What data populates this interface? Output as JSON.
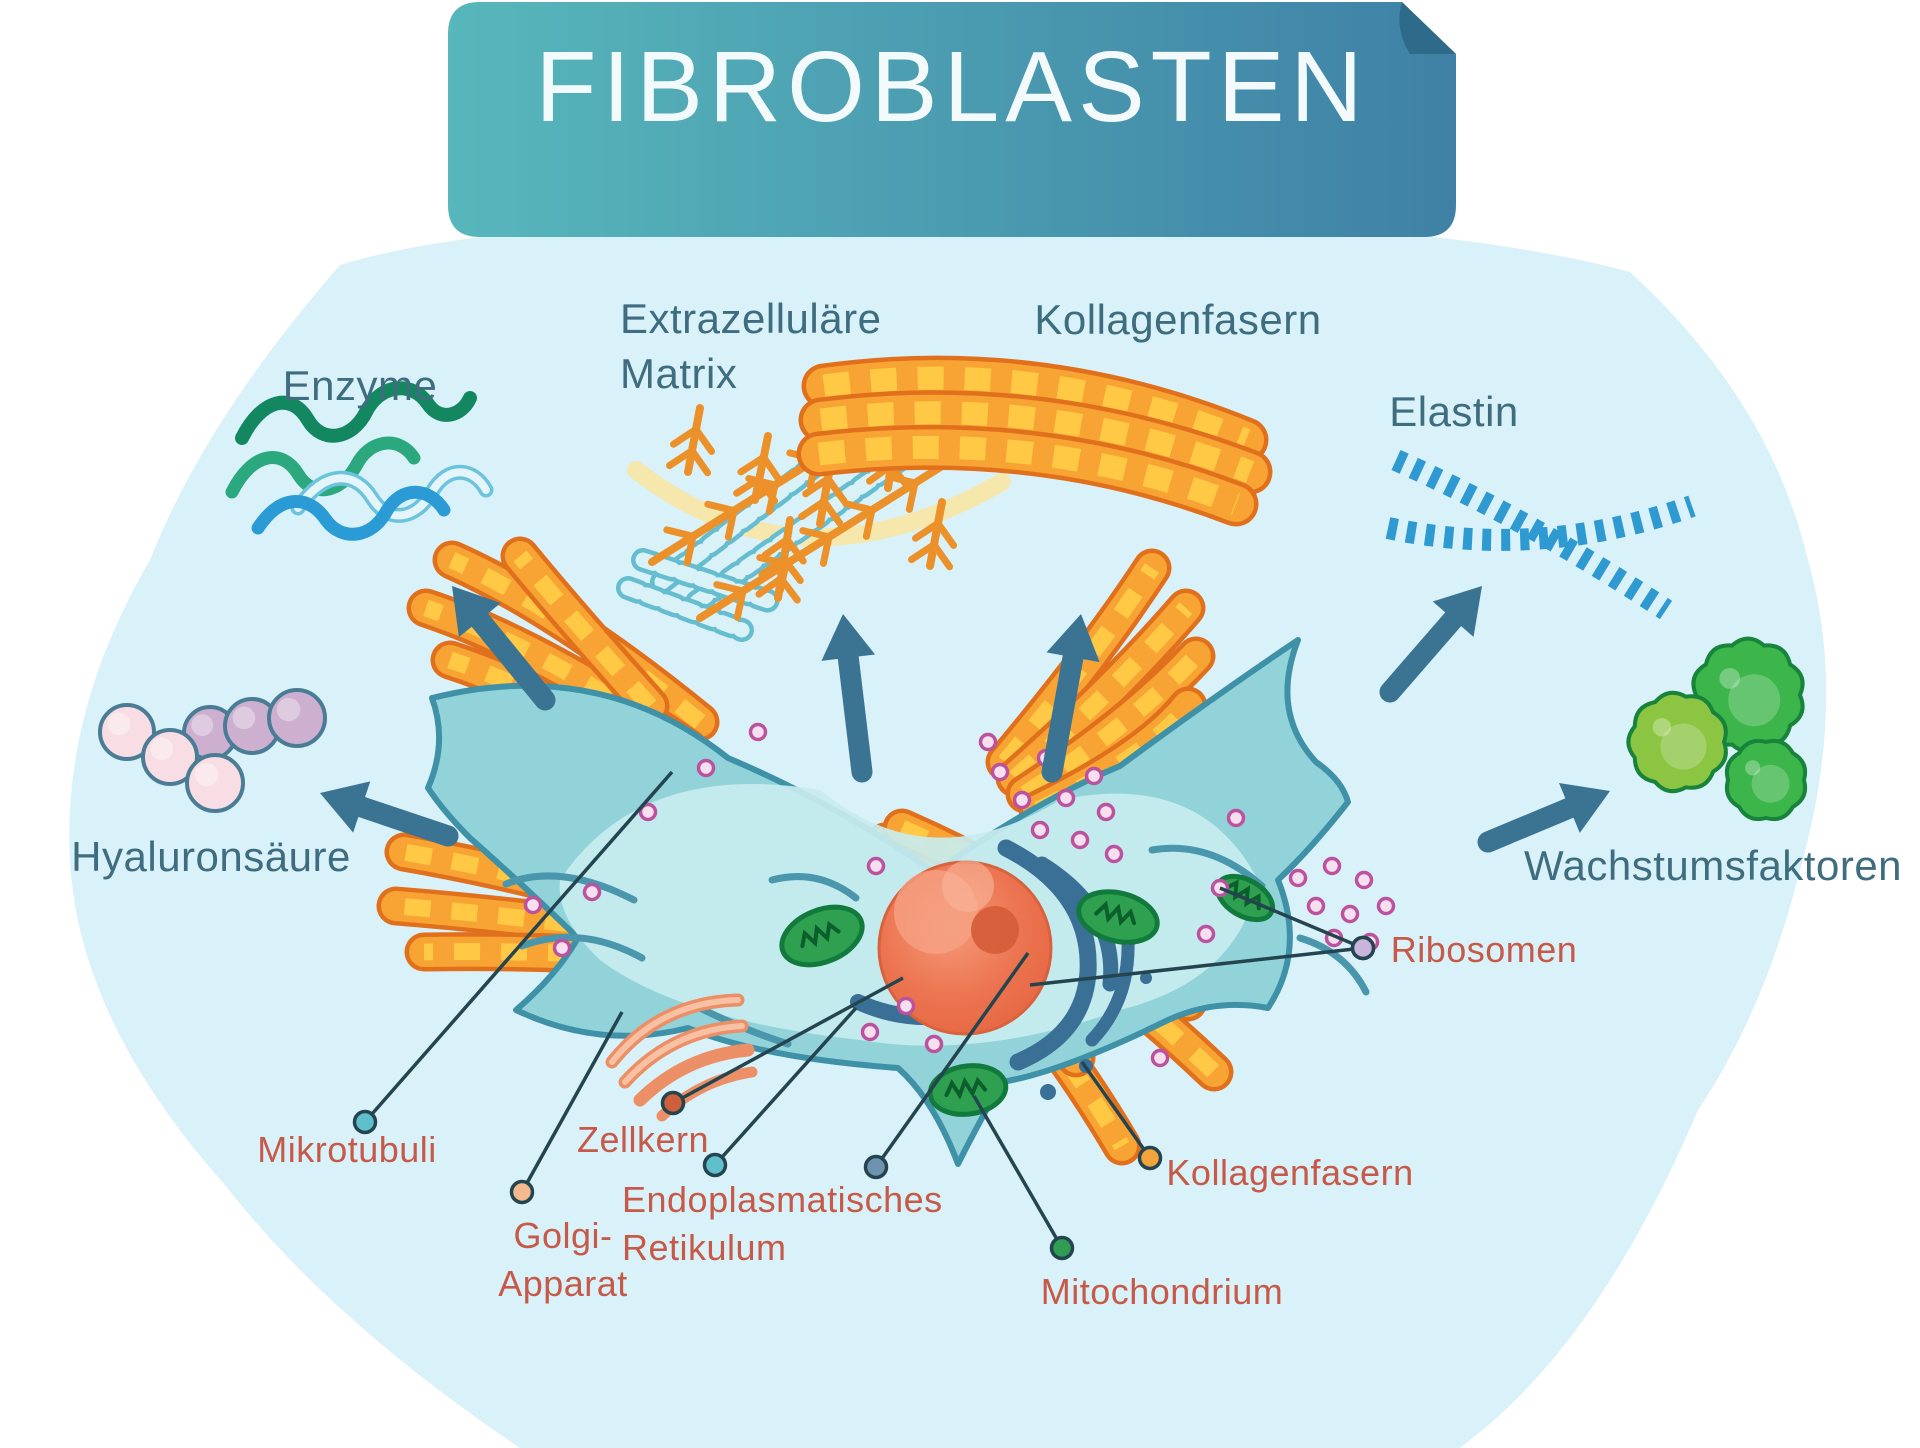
{
  "title": {
    "banner_label": "FIBROBLASTEN"
  },
  "extracellular_products": {
    "enzyme": "Enzyme",
    "extracellular_matrix": {
      "line1": "Extrazelluläre",
      "line2": "Matrix"
    },
    "collagen_fibers": "Kollagenfasern",
    "elastin": "Elastin",
    "hyaluronic_acid": "Hyaluronsäure",
    "growth_factors": "Wachstumsfaktoren"
  },
  "cell_organelles": {
    "microtubules": "Mikrotubuli",
    "golgi_apparatus": {
      "line1": "Golgi-",
      "line2": "Apparat"
    },
    "nucleus": "Zellkern",
    "endoplasmic_reticulum": {
      "line1": "Endoplasmatisches",
      "line2": "Retikulum"
    },
    "mitochondrion": "Mitochondrium",
    "collagen_fibers": "Kollagenfasern",
    "ribosomes": "Ribosomen"
  },
  "colors": {
    "banner_gradient_left": "#57b7bb",
    "banner_gradient_right": "#3f81a6",
    "banner_fold": "#2e6b8b",
    "title_text": "#f3fafb",
    "background_blob": "#d9f1f8",
    "outer_label": "#3f6d80",
    "organelle_label": "#c75948",
    "arrow": "#3b7493",
    "leader_line": "#24454f",
    "cell_fill": "#92d3da",
    "cell_inner": "#c8ecef",
    "cell_outline": "#3f91a8",
    "collagen_outline": "#e1701d",
    "collagen_body": "#f7a434",
    "collagen_texture": "#ffc845",
    "nucleus_fill": "#ec7450",
    "nucleolus": "#d55c39",
    "er_band": "#3a6f96",
    "mitochondrion_fill": "#2ea04f",
    "golgi_fill": "#f09a74",
    "ribosome_dot": "#bc529e",
    "enzyme_green_dark": "#13875f",
    "enzyme_green": "#2ba87e",
    "enzyme_blue": "#2b9bd6",
    "ecm_fiber": "#ec9129",
    "ecm_chain": "#66bdd0",
    "ecm_band": "#f6e7ad",
    "elastin_chain": "#2f9ad2",
    "hyaluron_pink": "#f8dde4",
    "hyaluron_mauve": "#cdafd0",
    "growth_factor_light": "#8bc542",
    "growth_factor_green": "#3cb54a"
  }
}
